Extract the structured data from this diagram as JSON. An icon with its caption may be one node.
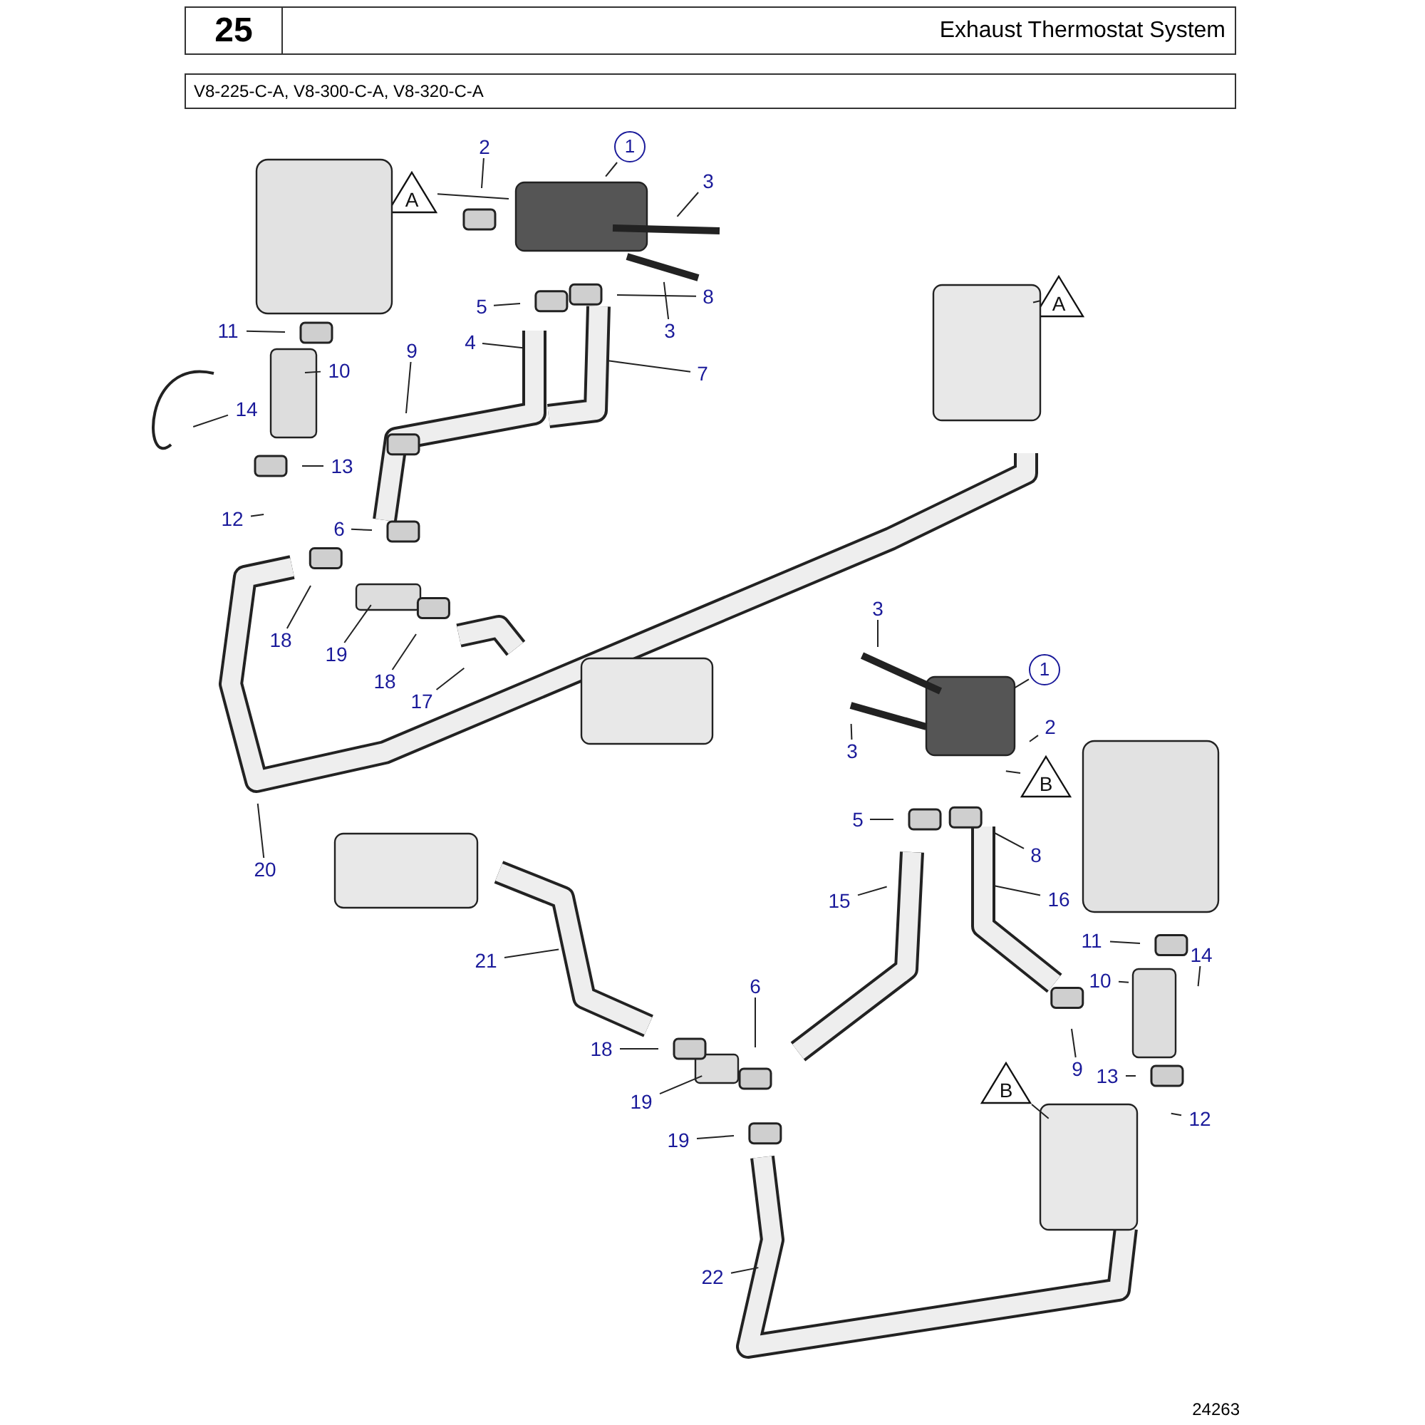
{
  "diagram": {
    "title": "Exhaust Thermostat System",
    "nodes": [
      {
        "text": [
          "2"
        ]
      },
      {
        "text": [
          "1"
        ]
      },
      {
        "text": [
          "3"
        ]
      },
      {
        "text": [
          "A"
        ]
      },
      {
        "text": [
          "5"
        ]
      },
      {
        "text": [
          "8"
        ]
      },
      {
        "text": [
          "3"
        ]
      },
      {
        "text": [
          "4"
        ]
      },
      {
        "text": [
          "7"
        ]
      },
      {
        "text": [
          "11"
        ]
      },
      {
        "text": [
          "10"
        ]
      },
      {
        "text": [
          "9"
        ]
      },
      {
        "text": [
          "14"
        ]
      },
      {
        "text": [
          "13"
        ]
      },
      {
        "text": [
          "12"
        ]
      },
      {
        "text": [
          "6"
        ]
      },
      {
        "text": [
          "18"
        ]
      },
      {
        "text": [
          "19"
        ]
      },
      {
        "text": [
          "18"
        ]
      },
      {
        "text": [
          "17"
        ]
      },
      {
        "text": [
          "20"
        ]
      },
      {
        "text": [
          "A"
        ]
      },
      {
        "text": [
          "3"
        ]
      },
      {
        "text": [
          "1"
        ]
      },
      {
        "text": [
          "3"
        ]
      },
      {
        "text": [
          "2"
        ]
      },
      {
        "text": [
          "B"
        ]
      },
      {
        "text": [
          "5"
        ]
      },
      {
        "text": [
          "8"
        ]
      },
      {
        "text": [
          "15"
        ]
      },
      {
        "text": [
          "16"
        ]
      },
      {
        "text": [
          "11"
        ]
      },
      {
        "text": [
          "10"
        ]
      },
      {
        "text": [
          "14"
        ]
      },
      {
        "text": [
          "9"
        ]
      },
      {
        "text": [
          "13"
        ]
      },
      {
        "text": [
          "12"
        ]
      },
      {
        "text": [
          "6"
        ]
      },
      {
        "text": [
          "21"
        ]
      },
      {
        "text": [
          "18"
        ]
      },
      {
        "text": [
          "19"
        ]
      },
      {
        "text": [
          "19"
        ]
      },
      {
        "text": [
          "22"
        ]
      },
      {
        "text": [
          "B"
        ]
      }
    ],
    "edges": [
      {
        "from": 0,
        "to": null,
        "arrow": "none"
      },
      {
        "from": 1,
        "to": null,
        "arrow": "none"
      },
      {
        "from": 2,
        "to": null,
        "arrow": "none"
      },
      {
        "from": 3,
        "to": null,
        "arrow": "none"
      },
      {
        "from": 4,
        "to": null,
        "arrow": "none"
      },
      {
        "from": 5,
        "to": null,
        "arrow": "none"
      },
      {
        "from": 6,
        "to": null,
        "arrow": "none"
      },
      {
        "from": 7,
        "to": null,
        "arrow": "none"
      },
      {
        "from": 8,
        "to": null,
        "arrow": "none"
      },
      {
        "from": 9,
        "to": null,
        "arrow": "none"
      },
      {
        "from": 10,
        "to": null,
        "arrow": "none"
      },
      {
        "from": 11,
        "to": null,
        "arrow": "none"
      },
      {
        "from": 12,
        "to": null,
        "arrow": "none"
      },
      {
        "from": 13,
        "to": null,
        "arrow": "none"
      },
      {
        "from": 14,
        "to": null,
        "arrow": "none"
      },
      {
        "from": 15,
        "to": null,
        "arrow": "none"
      },
      {
        "from": 16,
        "to": null,
        "arrow": "none"
      },
      {
        "from": 17,
        "to": null,
        "arrow": "none"
      },
      {
        "from": 18,
        "to": null,
        "arrow": "none"
      },
      {
        "from": 19,
        "to": null,
        "arrow": "none"
      },
      {
        "from": 20,
        "to": null,
        "arrow": "none"
      },
      {
        "from": 21,
        "to": null,
        "arrow": "none"
      },
      {
        "from": 22,
        "to": null,
        "arrow": "none"
      },
      {
        "from": 23,
        "to": null,
        "arrow": "none"
      },
      {
        "from": 24,
        "to": null,
        "arrow": "none"
      },
      {
        "from": 25,
        "to": null,
        "arrow": "none"
      },
      {
        "from": 26,
        "to": null,
        "arrow": "none"
      },
      {
        "from": 27,
        "to": null,
        "arrow": "none"
      },
      {
        "from": 28,
        "to": null,
        "arrow": "none"
      },
      {
        "from": 29,
        "to": null,
        "arrow": "none"
      },
      {
        "from": 30,
        "to": null,
        "arrow": "none"
      },
      {
        "from": 31,
        "to": null,
        "arrow": "none"
      },
      {
        "from": 32,
        "to": null,
        "arrow": "none"
      },
      {
        "from": 33,
        "to": null,
        "arrow": "none"
      },
      {
        "from": 34,
        "to": null,
        "arrow": "none"
      },
      {
        "from": 35,
        "to": null,
        "arrow": "none"
      },
      {
        "from": 36,
        "to": null,
        "arrow": "none"
      },
      {
        "from": 37,
        "to": null,
        "arrow": "none"
      },
      {
        "from": 38,
        "to": null,
        "arrow": "none"
      },
      {
        "from": 39,
        "to": null,
        "arrow": "none"
      },
      {
        "from": 40,
        "to": null,
        "arrow": "none"
      },
      {
        "from": 41,
        "to": null,
        "arrow": "none"
      },
      {
        "from": 42,
        "to": null,
        "arrow": "none"
      },
      {
        "from": 43,
        "to": null,
        "arrow": "none"
      }
    ],
    "labels": [
      "25",
      "V8-225-C-A, V8-300-C-A, V8-320-C-A",
      "24263"
    ]
  }
}
